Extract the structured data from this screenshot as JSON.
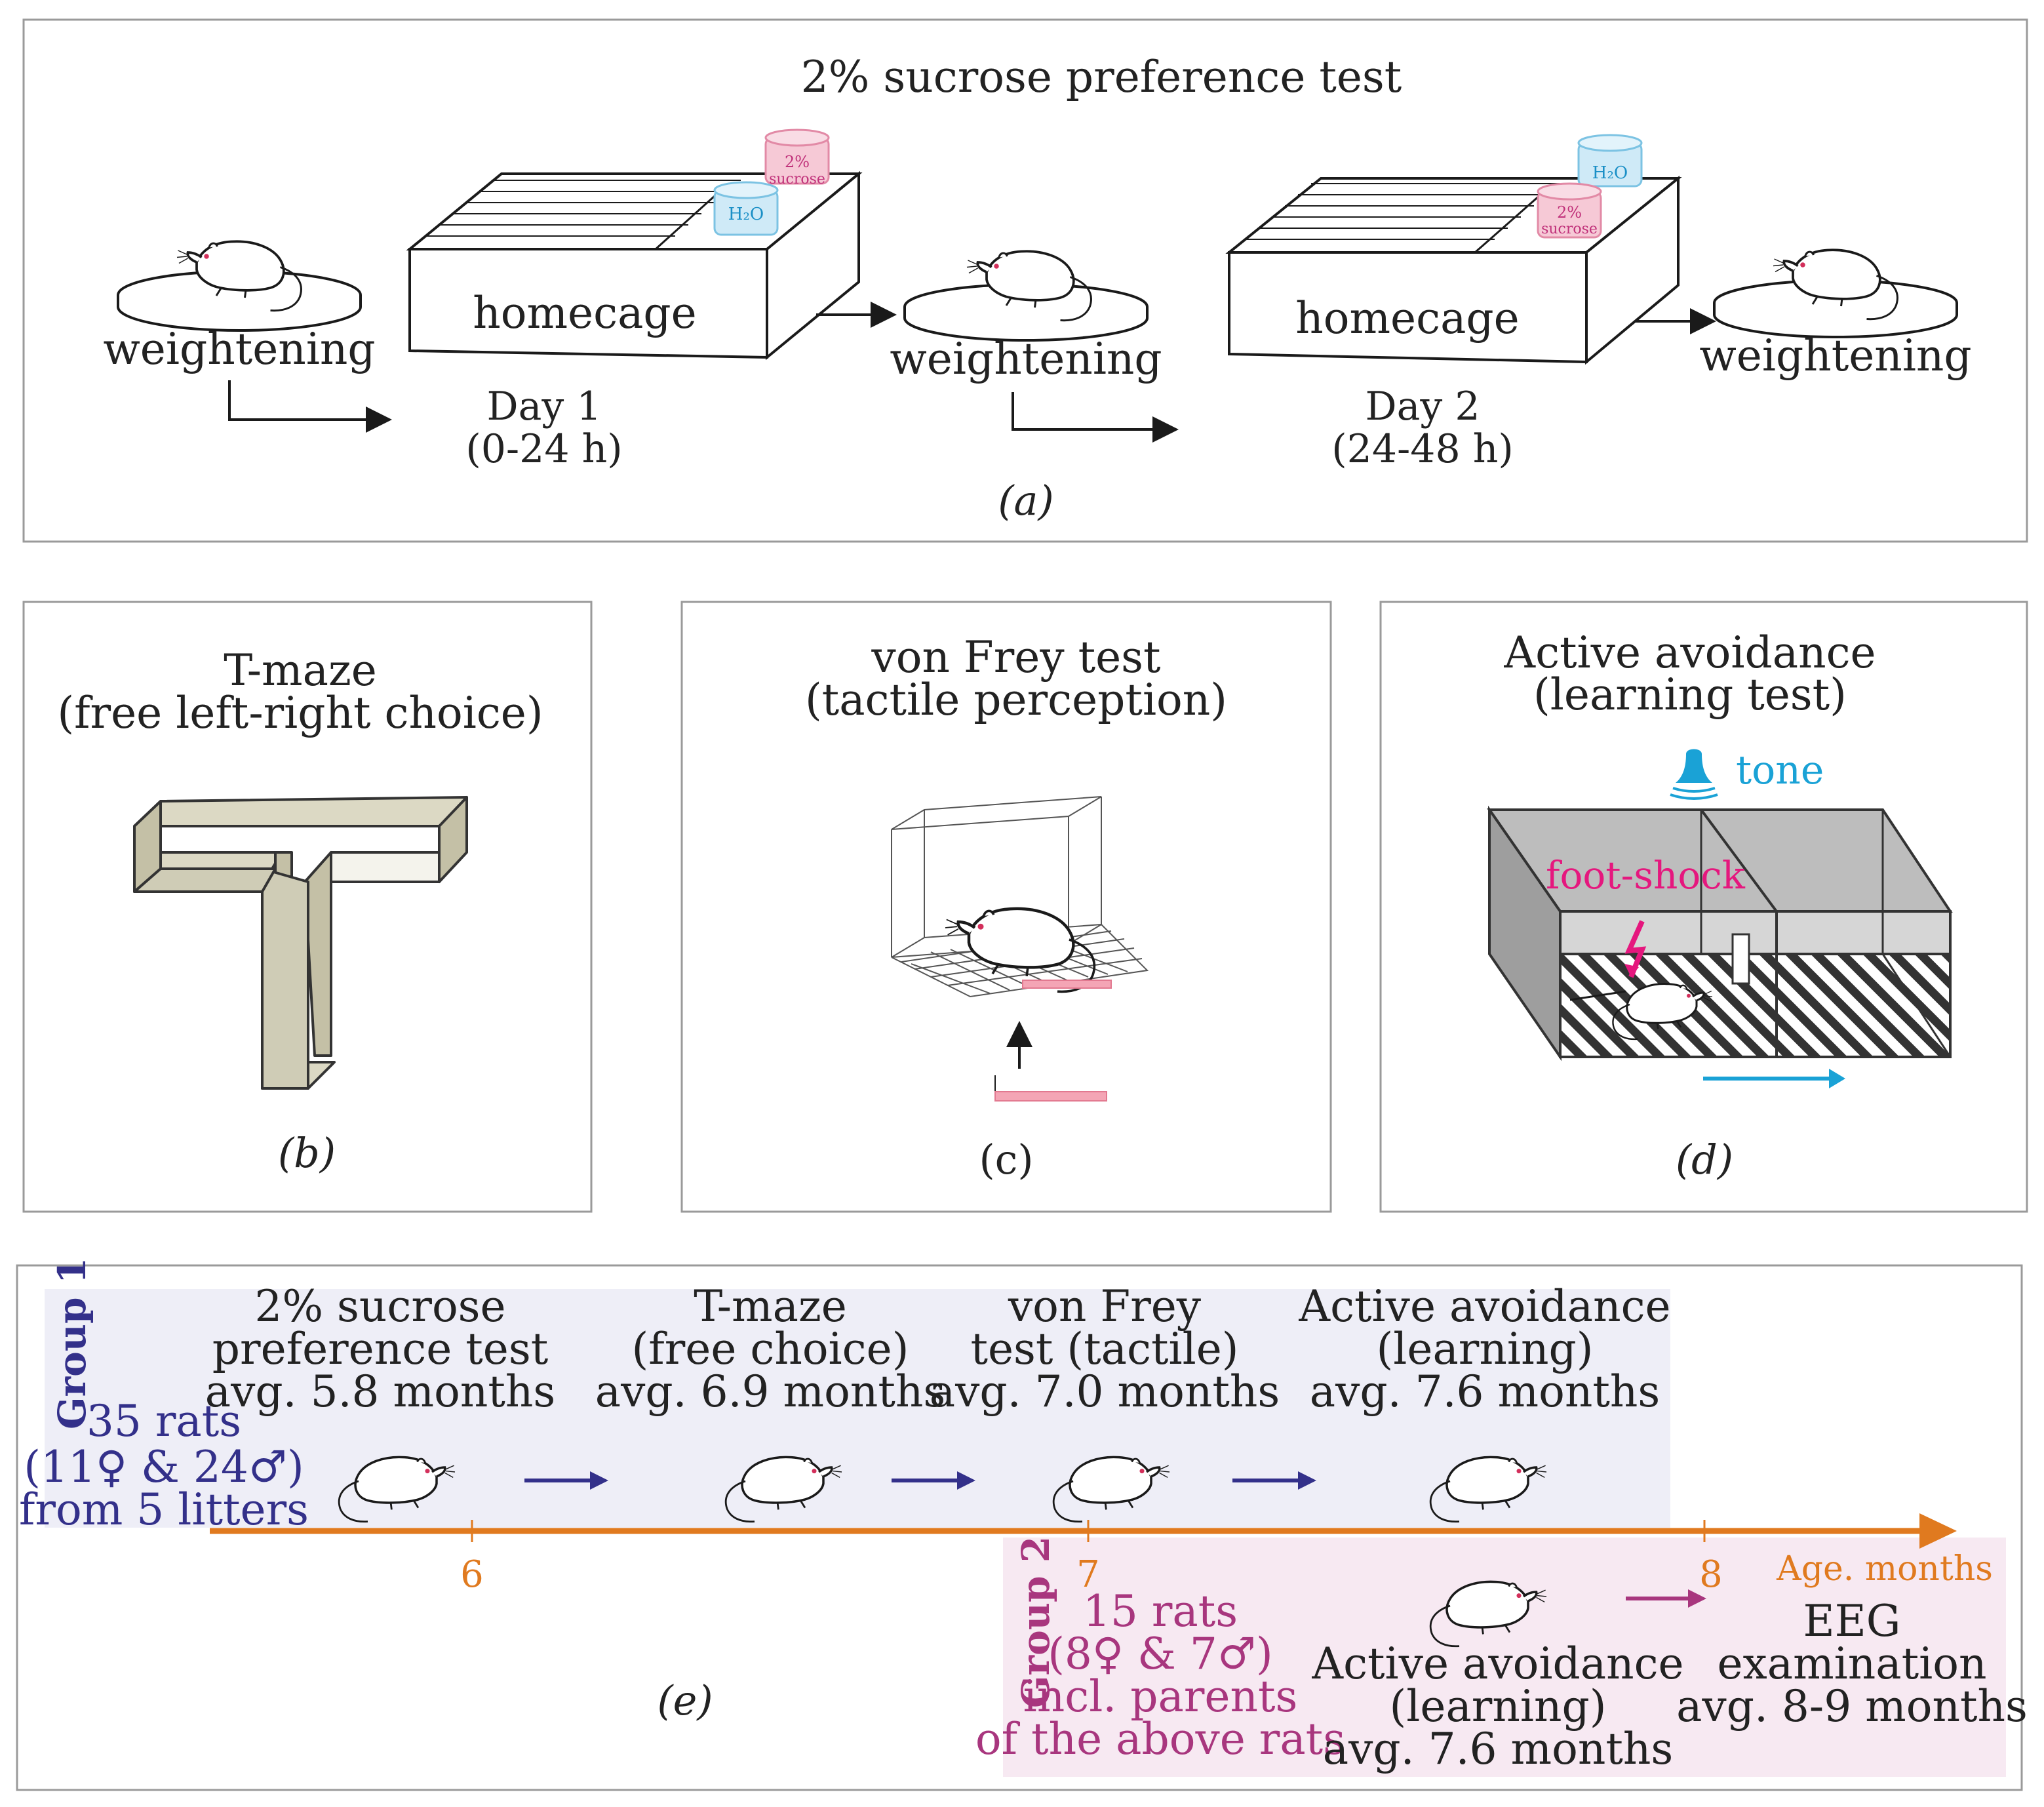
{
  "panel_a": {
    "title": "2% sucrose preference test",
    "weighing_label": "weightening",
    "homecage_label": "homecage",
    "day1": "Day 1",
    "day1_range": "(0-24 h)",
    "day2": "Day 2",
    "day2_range": "(24-48 h)",
    "bottle_sucrose": "2% sucrose",
    "bottle_water": "H2O",
    "caption": "(a)"
  },
  "panel_b": {
    "title_line1": "T-maze",
    "title_line2": "(free left-right choice)",
    "caption": "(b)"
  },
  "panel_c": {
    "title_line1": "von Frey test",
    "title_line2": "(tactile perception)",
    "caption": "(c)"
  },
  "panel_d": {
    "title_line1": "Active avoidance",
    "title_line2": "(learning test)",
    "tone_label": "tone",
    "shock_label": "foot-shock",
    "caption": "(d)"
  },
  "panel_e": {
    "group1_label": "Group 1",
    "group1_info": [
      "35 rats",
      "(11♀ & 24♂)",
      "from 5 litters"
    ],
    "group1_tests": [
      {
        "lines": [
          "2% sucrose",
          "preference test",
          "avg. 5.8 months"
        ]
      },
      {
        "lines": [
          "T-maze",
          "(free choice)",
          "avg. 6.9 months"
        ]
      },
      {
        "lines": [
          "von Frey",
          "test (tactile)",
          "avg. 7.0 months"
        ]
      },
      {
        "lines": [
          "Active avoidance",
          "(learning)",
          "avg. 7.6 months"
        ]
      }
    ],
    "axis_ticks": [
      "6",
      "7",
      "8"
    ],
    "axis_label": "Age. months",
    "group2_label": "Group 2",
    "group2_info": [
      "15 rats",
      "(8♀ & 7♂)",
      "incl. parents",
      "of the above rats"
    ],
    "group2_test": [
      "Active avoidance",
      "(learning)",
      "avg. 7.6 months"
    ],
    "eeg": [
      "EEG",
      "examination",
      "avg. 8-9 months"
    ],
    "caption": "(e)"
  },
  "colors": {
    "group1_bg": "#eeeef7",
    "group1_text": "#33308a",
    "group2_bg": "#f7e9f2",
    "group2_text": "#a8367e",
    "axis": "#e07a1f",
    "shock": "#e5177e",
    "tone": "#1aa2d6",
    "maze": "#cfccb6",
    "chamber": "#cccccc"
  }
}
